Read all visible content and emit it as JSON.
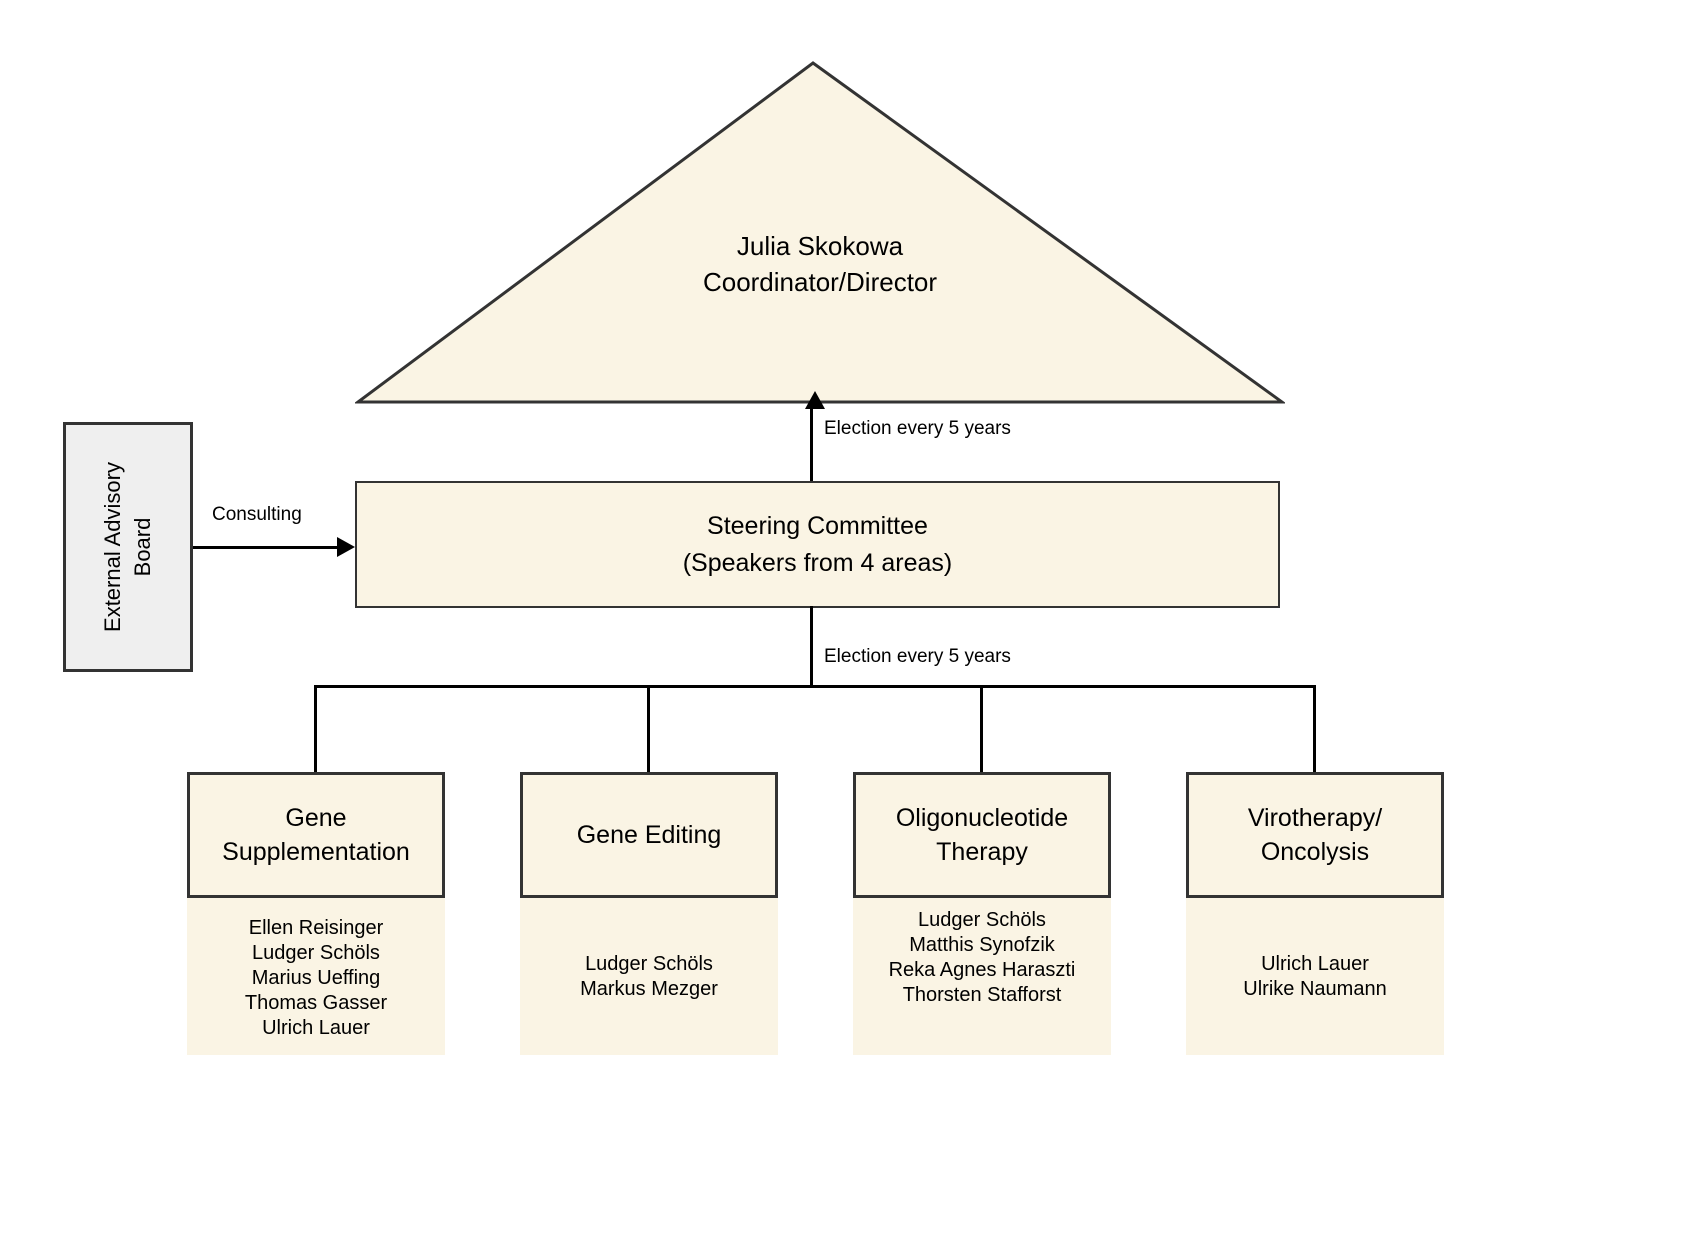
{
  "director": {
    "name": "Julia Skokowa",
    "role": "Coordinator/Director",
    "label": "Julia Skokowa\nCoordinator/Director"
  },
  "external_advisory_board": {
    "label": "External Advisory\nBoard"
  },
  "steering_committee": {
    "label": "Steering Committee\n(Speakers from 4 areas)"
  },
  "edges": {
    "consulting": "Consulting",
    "election_to_director": "Election every 5 years",
    "election_to_areas": "Election every 5 years"
  },
  "areas": [
    {
      "title": "Gene\nSupplementation",
      "members": "Ellen Reisinger\nLudger Schöls\nMarius Ueffing\nThomas Gasser\nUlrich Lauer"
    },
    {
      "title": "Gene Editing",
      "members": "Ludger Schöls\nMarkus Mezger"
    },
    {
      "title": "Oligonucleotide\nTherapy",
      "members": "Ludger Schöls\nMatthis Synofzik\nReka Agnes Haraszti\nThorsten Stafforst"
    },
    {
      "title": "Virotherapy/\nOncolysis",
      "members": "Ulrich Lauer\nUlrike Naumann"
    }
  ],
  "colors": {
    "box_fill": "#faf4e4",
    "advisory_fill": "#efefef",
    "border": "#333333",
    "line": "#000000",
    "background": "#ffffff"
  }
}
